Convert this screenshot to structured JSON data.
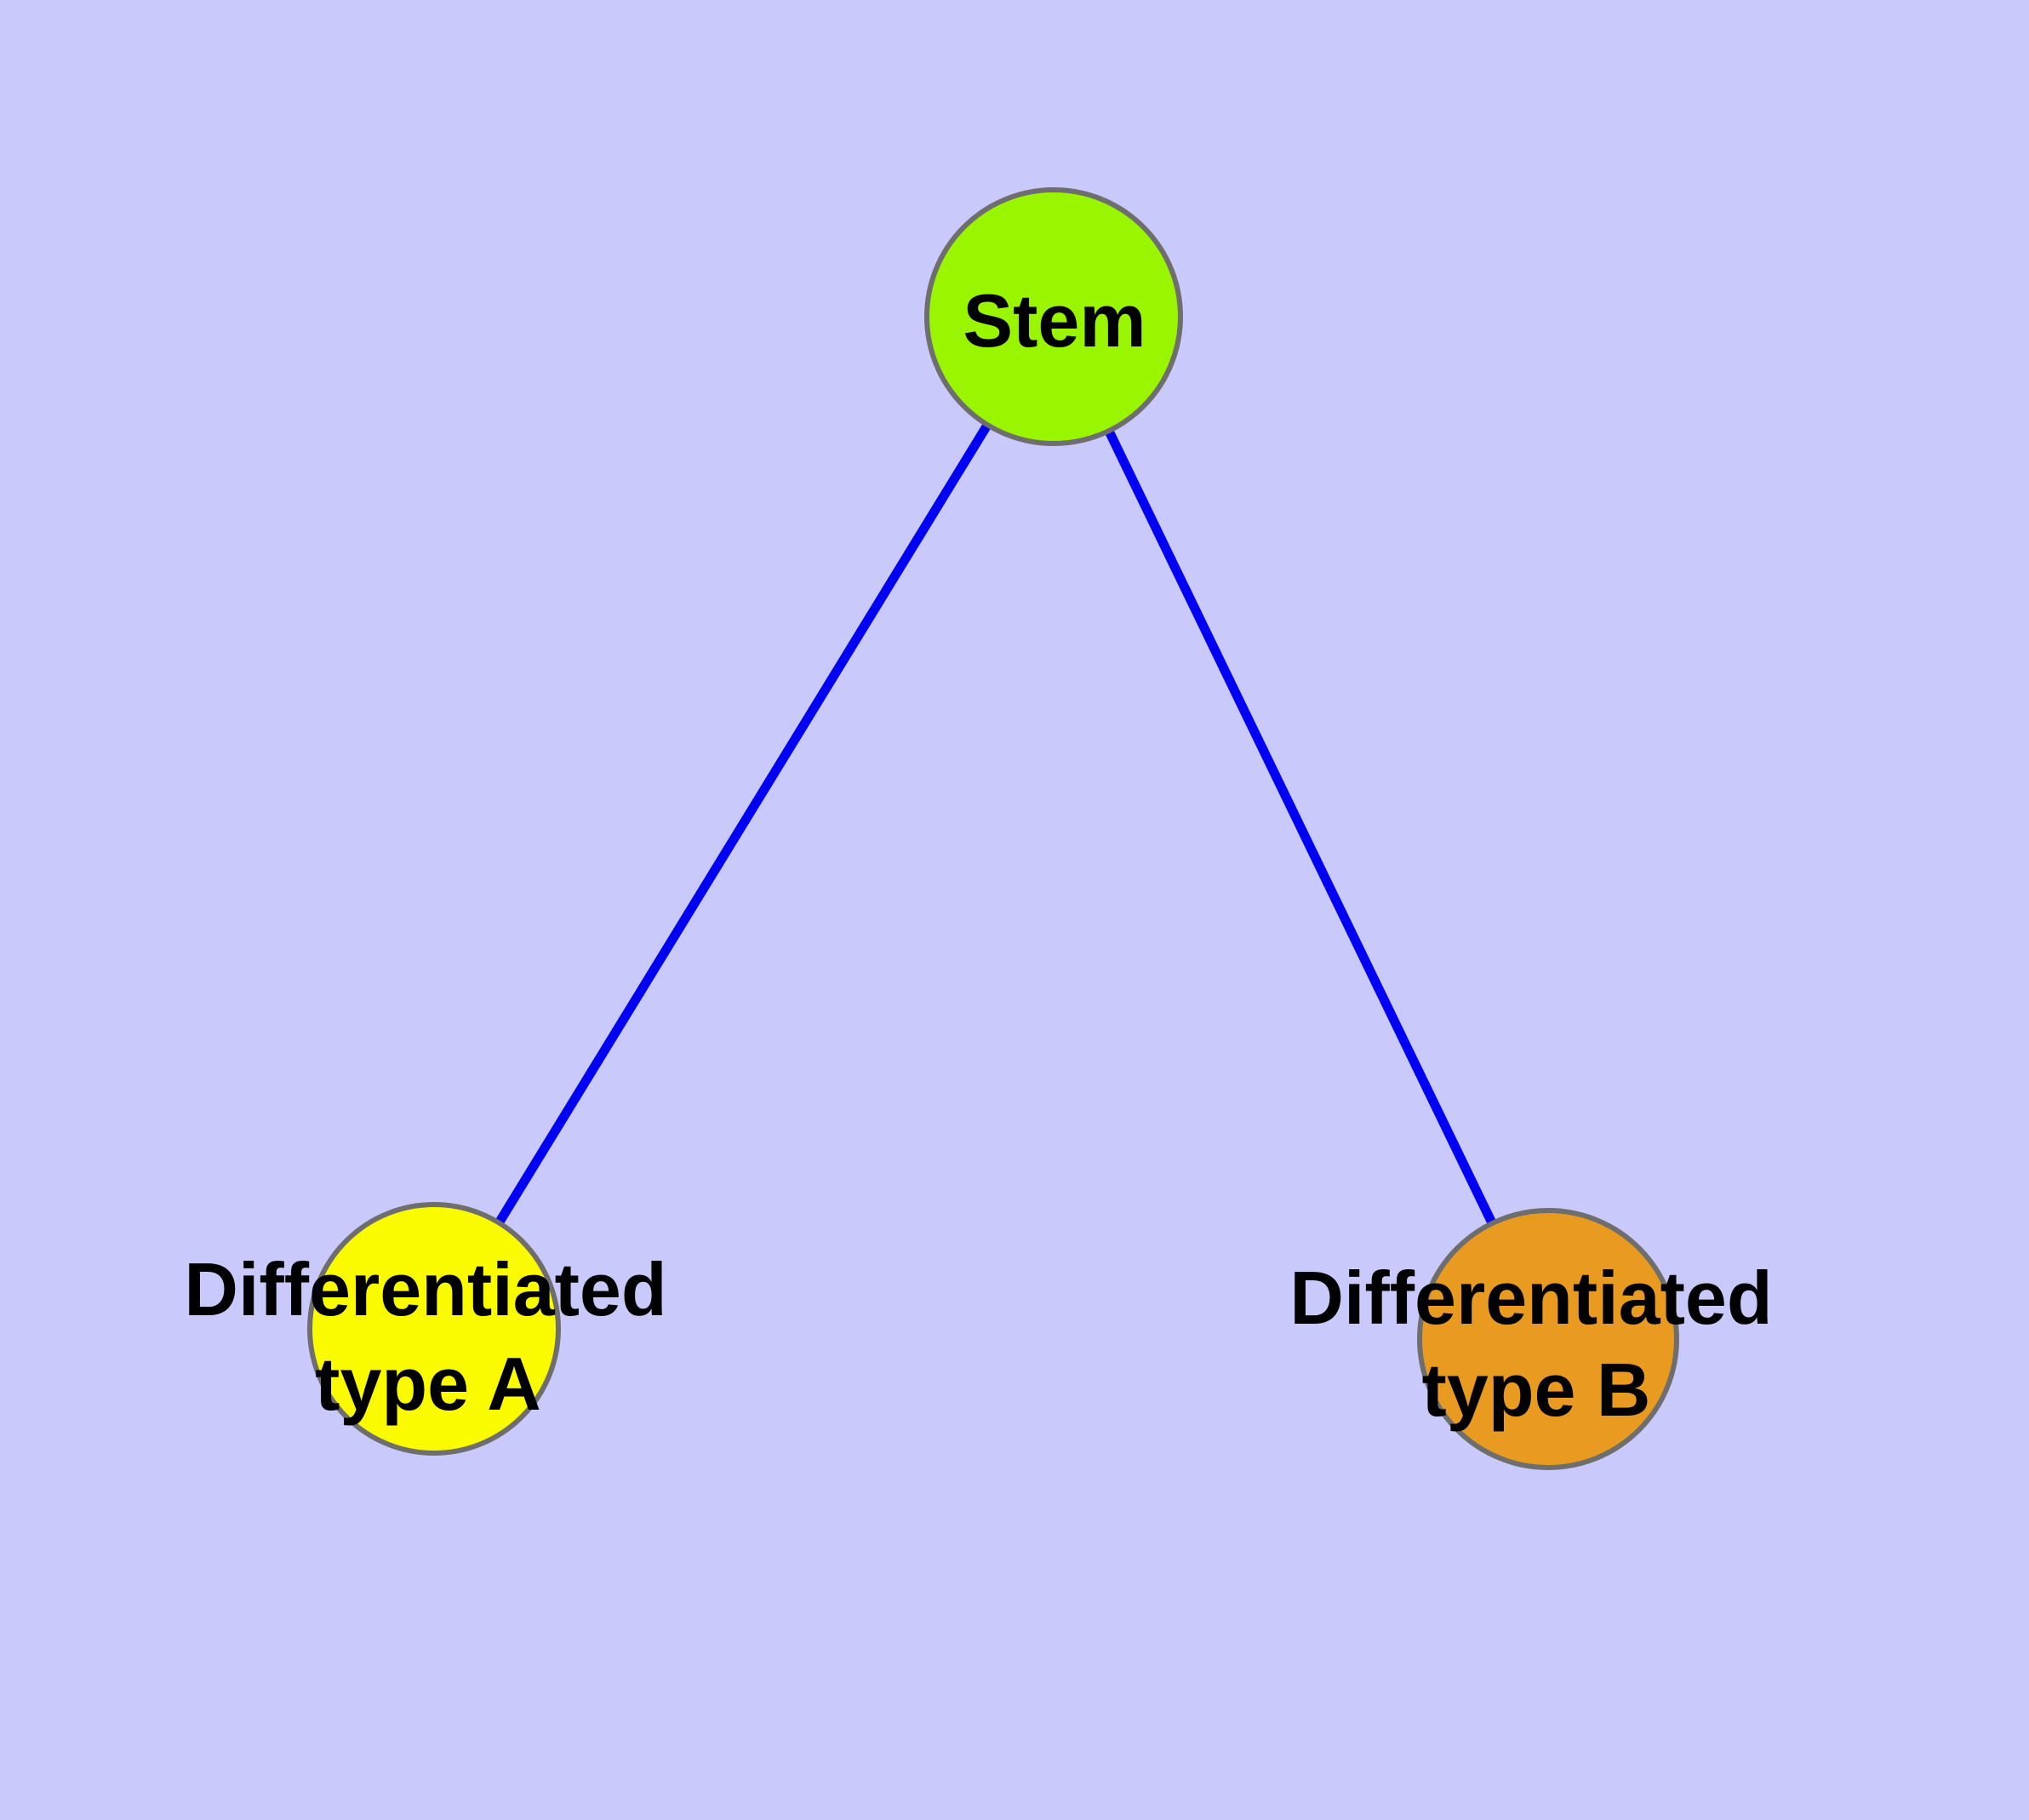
{
  "diagram": {
    "type": "node-link graph",
    "colors": {
      "background": "#C9C9FB",
      "edge": "#0000F2",
      "node_border": "#6E6E6E",
      "label_text": "#000000"
    },
    "nodes": {
      "stem": {
        "label": "Stem",
        "fill": "#9AF500"
      },
      "type_a": {
        "label_line1": "Differentiated",
        "label_line2": "type A",
        "label_full": "Differentiated type A",
        "fill": "#FBFB00"
      },
      "type_b": {
        "label_line1": "Differentiated",
        "label_line2": "type B",
        "label_full": "Differentiated type B",
        "fill": "#E89B20"
      }
    },
    "edges": [
      {
        "from": "Stem",
        "to": "Differentiated type A"
      },
      {
        "from": "Stem",
        "to": "Differentiated type B"
      }
    ]
  }
}
